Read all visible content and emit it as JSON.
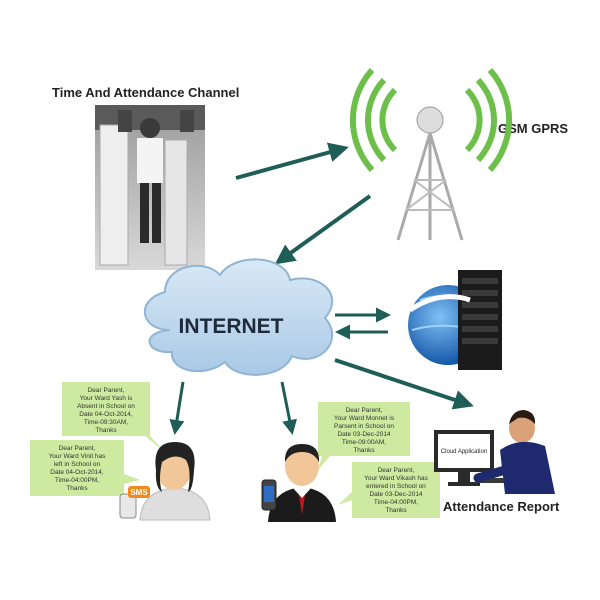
{
  "labels": {
    "time_attendance": "Time And Attendance Channel",
    "gsm": "GSM GPRS",
    "internet": "INTERNET",
    "report": "Attendance Report",
    "cloud_app": "Cloud Application",
    "sms": "SMS"
  },
  "bubbles": {
    "b1": [
      "Dear Parent,",
      "Your Ward Yash is",
      "Absent in School on",
      "Date 04-Oct-2014,",
      "Time-09:30AM,",
      "Thanks"
    ],
    "b2": [
      "Dear Parent,",
      "Your Ward Vinit has",
      "left in School on",
      "Date 04-Oct-2014,",
      "Time-04:00PM,",
      "Thanks"
    ],
    "b3": [
      "Dear Parent,",
      "Your Ward Monnet is",
      "Parsent in School on",
      "Date 03-Dec-2014",
      "Time-09:00AM,",
      "Thanks"
    ],
    "b4": [
      "Dear Parent,",
      "Your Ward Vikash has",
      "entered in School on",
      "Date 03-Dec-2014",
      "Time-04:00PM,",
      "Thanks"
    ]
  },
  "colors": {
    "arrow": "#1f5e57",
    "bubble": "#cdeaa0",
    "cloud": "#bcd7ec",
    "signal": "#6cc04a",
    "server": "#1b1b1b",
    "globe": "#2d7fd0"
  }
}
